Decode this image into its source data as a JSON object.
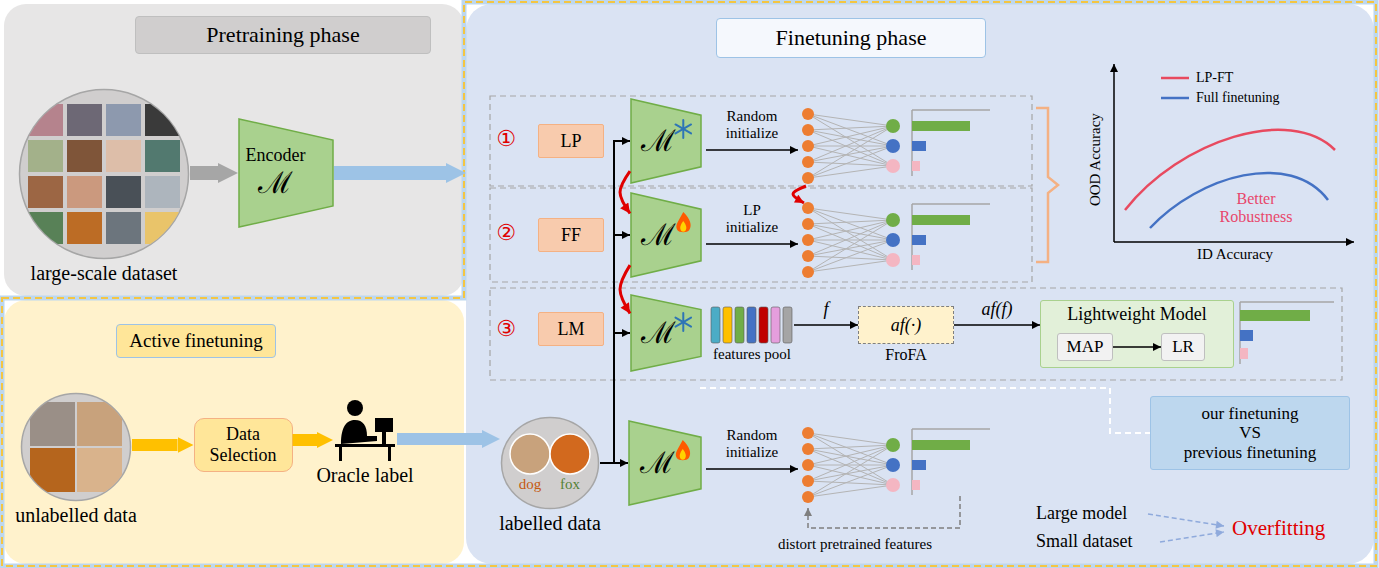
{
  "diagram": {
    "nodes": [
      {
        "text": [
          "Pretraining phase"
        ]
      },
      {
        "text": [
          "large-scale dataset"
        ],
        "in": 0
      },
      {
        "text": [
          "Encoder",
          "ℳ"
        ],
        "in": 0
      },
      {
        "text": [
          "Finetuning phase"
        ]
      },
      {
        "text": [
          "LP"
        ],
        "in": 3
      },
      {
        "text": [
          "ℳ"
        ],
        "in": 3
      },
      {
        "text": [
          "FF"
        ],
        "in": 3
      },
      {
        "text": [
          "ℳ"
        ],
        "in": 3
      },
      {
        "text": [
          "LM"
        ],
        "in": 3
      },
      {
        "text": [
          "ℳ"
        ],
        "in": 3
      },
      {
        "text": [
          "features pool"
        ],
        "in": 3
      },
      {
        "text": [
          "af(·)",
          "FroFA"
        ],
        "in": 3
      },
      {
        "text": [
          "Lightweight Model"
        ],
        "in": 3
      },
      {
        "text": [
          "MAP"
        ],
        "in": 12
      },
      {
        "text": [
          "LR"
        ],
        "in": 12
      },
      {
        "text": [
          "our finetuning",
          "VS",
          "previous finetuning"
        ],
        "in": 3
      },
      {
        "text": [
          "Active finetuning"
        ]
      },
      {
        "text": [
          "unlabelled data"
        ],
        "in": 16
      },
      {
        "text": [
          "Data Selection"
        ],
        "in": 16
      },
      {
        "text": [
          "Oracle label"
        ],
        "in": 16
      },
      {
        "text": [
          "labelled data"
        ],
        "in": 3
      },
      {
        "text": [
          "ℳ"
        ],
        "in": 3
      }
    ],
    "edges": [
      {
        "from": 1,
        "to": 2,
        "arrow": "to"
      },
      {
        "from": 2,
        "to": 3,
        "arrow": "to"
      },
      {
        "from": 5,
        "to": 7,
        "arrow": "to"
      },
      {
        "from": 7,
        "to": 9,
        "arrow": "to"
      },
      {
        "from": 10,
        "to": 11,
        "label": "f",
        "arrow": "to"
      },
      {
        "from": 11,
        "to": 12,
        "label": "af(f)",
        "arrow": "to"
      },
      {
        "from": 13,
        "to": 14,
        "arrow": "to"
      },
      {
        "from": 17,
        "to": 18,
        "arrow": "to"
      },
      {
        "from": 18,
        "to": 19,
        "arrow": "to"
      },
      {
        "from": 19,
        "to": 20,
        "arrow": "to"
      },
      {
        "from": 20,
        "to": 5,
        "arrow": "to"
      },
      {
        "from": 20,
        "to": 7,
        "arrow": "to"
      },
      {
        "from": 20,
        "to": 9,
        "arrow": "to"
      },
      {
        "from": 20,
        "to": 21,
        "arrow": "to"
      }
    ],
    "labels": [
      "①",
      "②",
      "③",
      "Random initialize",
      "LP initialize",
      "OOD Accuracy",
      "ID Accuracy",
      "Better Robustness",
      "dog",
      "fox",
      "Random initialize",
      "distort pretrained features",
      "Large model",
      "Small dataset",
      "Overfitting"
    ],
    "legend": [
      {
        "text": "LP-FT"
      },
      {
        "text": "Full finetuning"
      }
    ]
  }
}
